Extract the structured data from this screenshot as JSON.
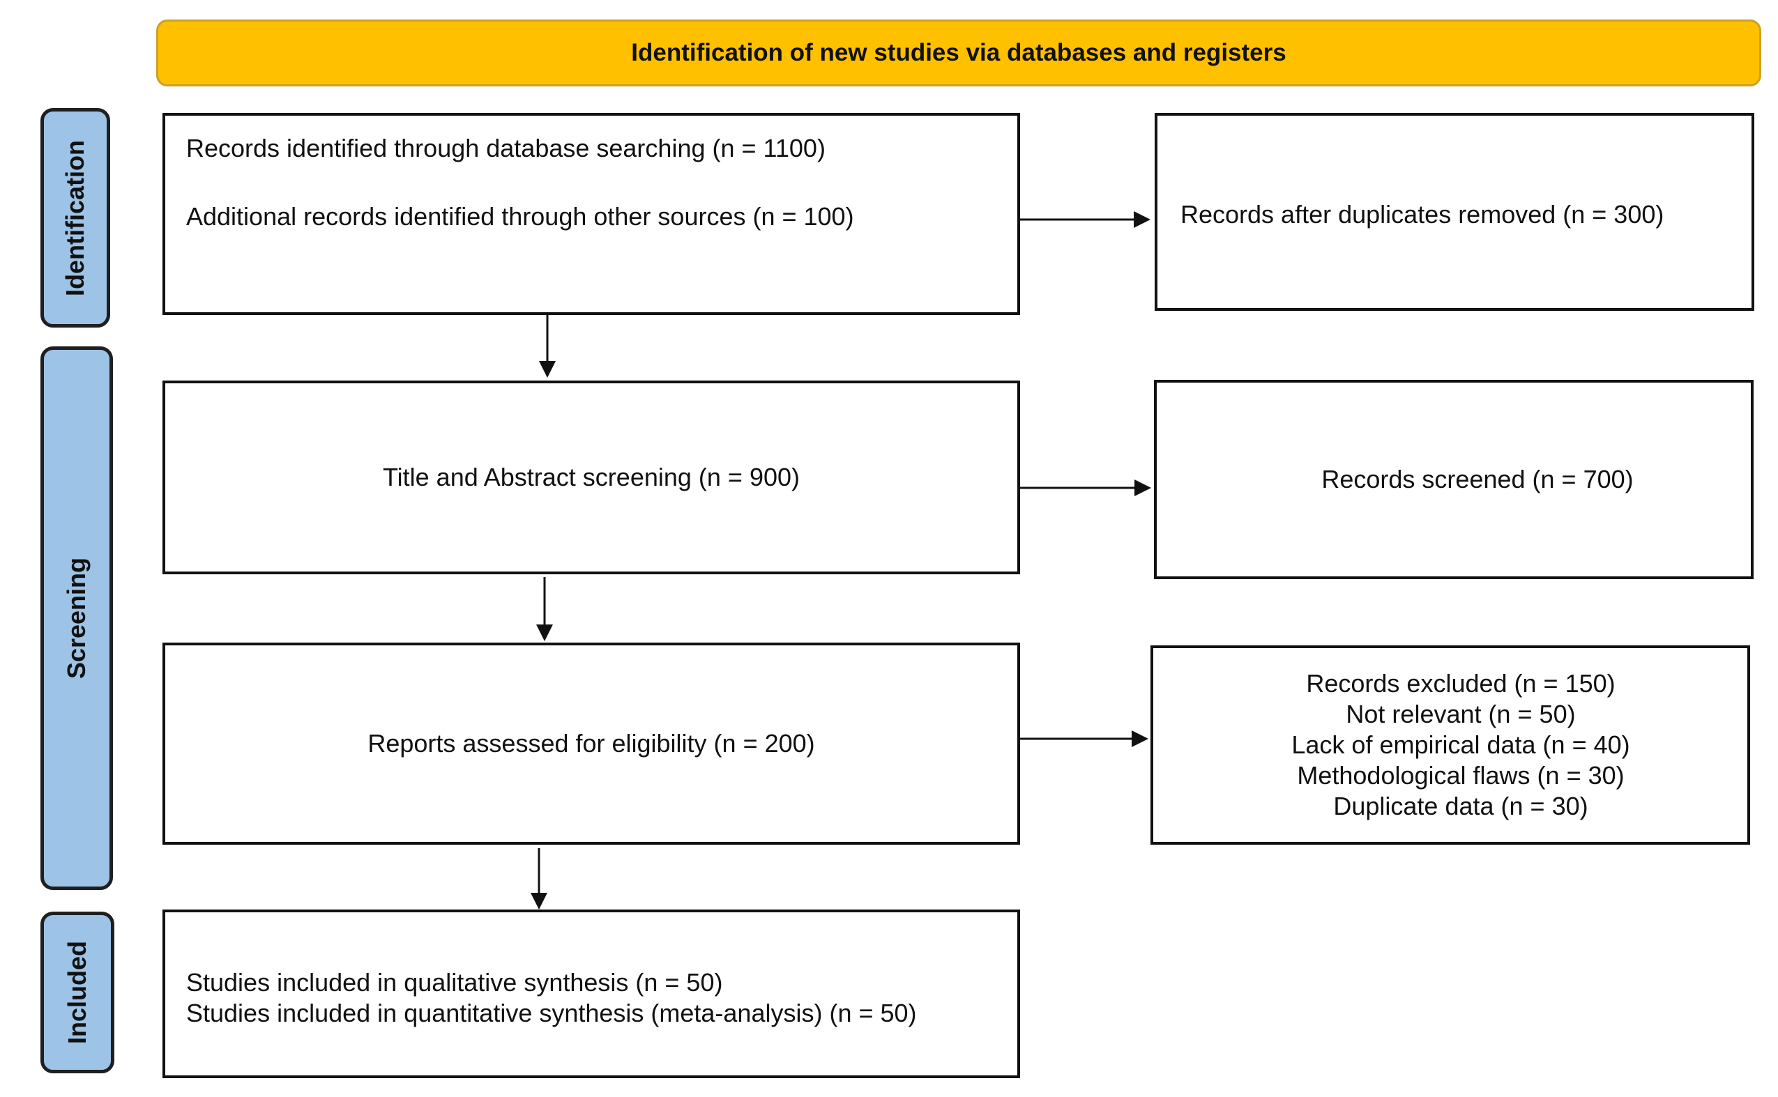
{
  "header": {
    "title": "Identification of new studies via databases and registers",
    "color": "#FFC000"
  },
  "stages": {
    "identification": "Identification",
    "screening": "Screening",
    "included": "Included",
    "color": "#9DC3E6"
  },
  "boxes": {
    "records_identified": {
      "line1": "Records identified through database searching (n =  1100)",
      "line2": "Additional records identified through other sources (n = 100)"
    },
    "duplicates_removed": "Records after duplicates removed (n = 300)",
    "title_abstract": "Title and Abstract screening (n = 900)",
    "records_screened": "Records screened (n = 700)",
    "reports_assessed": "Reports assessed for eligibility (n = 200)",
    "excluded": {
      "total": "Records excluded (n = 150)",
      "reasons": [
        "Not relevant (n = 50)",
        "Lack of empirical data (n = 40)",
        "Methodological flaws (n = 30)",
        "Duplicate data (n = 30)"
      ]
    },
    "included": {
      "line1": "Studies included in qualitative synthesis (n = 50)",
      "line2": "Studies included in quantitative synthesis (meta-analysis) (n = 50)"
    }
  }
}
